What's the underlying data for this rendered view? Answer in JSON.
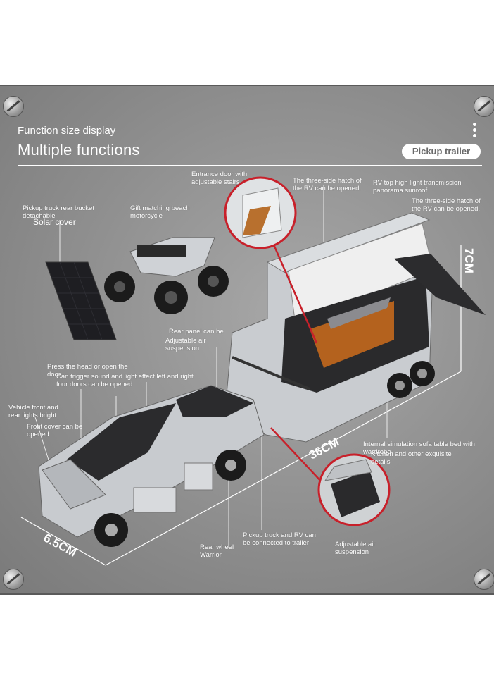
{
  "header": {
    "subtitle": "Function size display",
    "title": "Multiple functions",
    "badge": "Pickup trailer"
  },
  "dimensions": {
    "height": "7CM",
    "length": "36CM",
    "width": "6.5CM"
  },
  "callouts": {
    "rear_bucket": "Pickup truck rear bucket detachable",
    "solar_cover": "Solar cover",
    "beach_motorcycle": "Gift matching beach motorcycle",
    "entrance_door": "Entrance door with adjustable stairs",
    "hatch_1": "The three-side hatch of the RV can be opened.",
    "sunroof": "RV top high light transmission panorama sunroof",
    "hatch_2": "The three-side hatch of the RV can be opened.",
    "rear_panel": "Rear panel can be",
    "adjustable_air_1": "Adjustable air suspension",
    "press_head": "Press the head or open the door",
    "trigger_sound": "Can trigger sound and light effect left and right four doors can be opened",
    "front_rear_lights": "Vehicle front and rear lights bright",
    "front_cover": "Front cover can be opened",
    "sofa_bed": "Internal simulation sofa table bed with wardrobe",
    "kitchen": "Kitchen and other exquisite details",
    "rear_wheel": "Rear wheel Warrior",
    "connected": "Pickup truck and RV can be connected to trailer",
    "adjustable_air_2": "Adjustable air suspension"
  },
  "colors": {
    "background": "#8e8e8e",
    "text": "#ffffff",
    "accent_red": "#c8202a"
  }
}
